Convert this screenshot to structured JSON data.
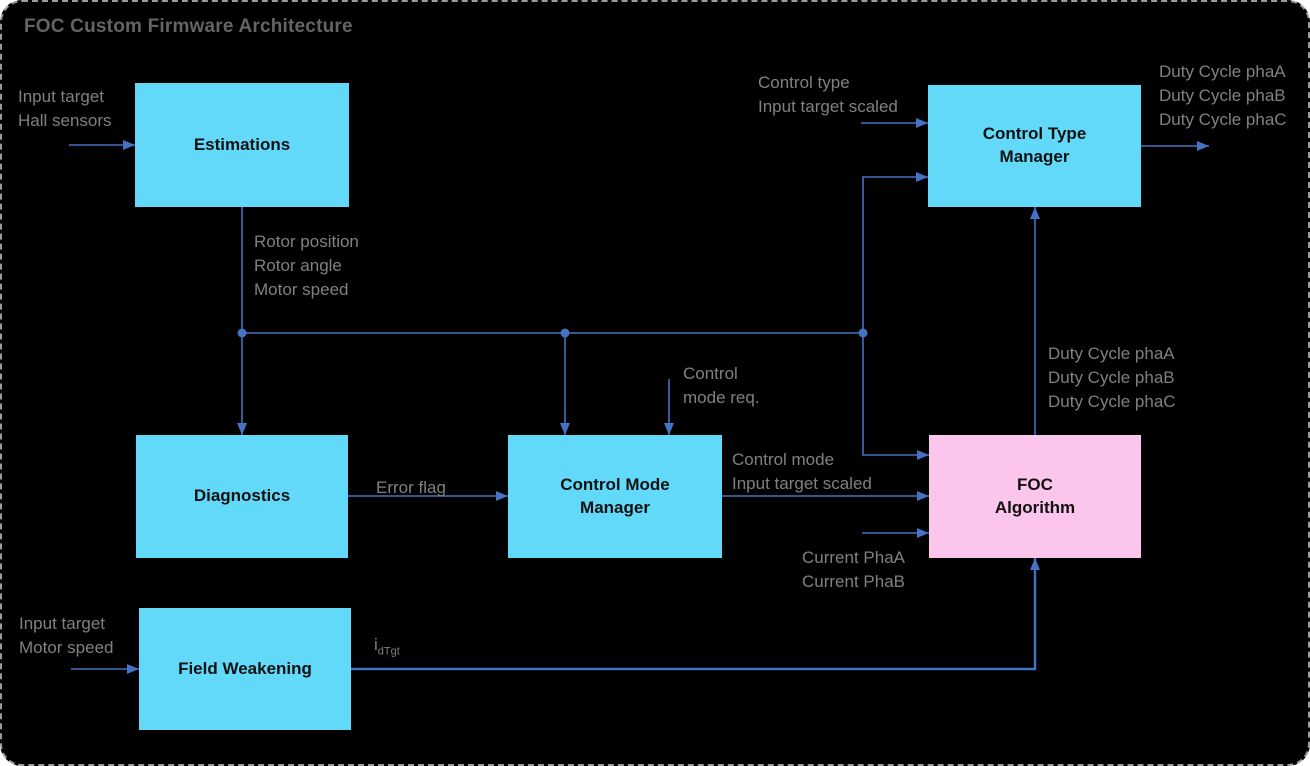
{
  "title": "FOC Custom Firmware Architecture",
  "colors": {
    "bg": "#000000",
    "edge": "#9b9b9b",
    "title": "#646464",
    "gray": "#808080",
    "line": "#4472C4",
    "cyan": "#63D9FA",
    "pink": "#FBC5EC"
  },
  "blocks": {
    "estimations": {
      "label": "Estimations"
    },
    "diagnostics": {
      "label": "Diagnostics"
    },
    "control_mode_manager": {
      "label": "Control Mode Manager"
    },
    "field_weakening": {
      "label": "Field Weakening"
    },
    "control_type_manager": {
      "label": "Control Type Manager"
    },
    "foc_algorithm": {
      "label": "FOC Algorithm"
    }
  },
  "edge_labels": {
    "estimations_inputs": {
      "line1": "Input target",
      "line2": "Hall sensors"
    },
    "estimations_outputs": {
      "line1": "Rotor position",
      "line2": "Rotor angle",
      "line3": "Motor speed"
    },
    "control_mode_request": {
      "line1": "Control",
      "line2": "mode req."
    },
    "error_flag": "Error flag",
    "control_mode_outputs": {
      "line1": "Control mode",
      "line2": "Input target scaled"
    },
    "current_inputs": {
      "line1": "Current PhaA",
      "line2": "Current PhaB"
    },
    "control_type_inputs": {
      "line1": "Control type",
      "line2": "Input target scaled"
    },
    "duty_cycle_outputs": {
      "line1": "Duty Cycle phaA",
      "line2": "Duty Cycle phaB",
      "line3": "Duty Cycle phaC"
    },
    "duty_cycle_internal": {
      "line1": "Duty Cycle phaA",
      "line2": "Duty Cycle phaB",
      "line3": "Duty Cycle phaC"
    },
    "field_weakening_inputs": {
      "line1": "Input target",
      "line2": "Motor speed"
    },
    "id_target": {
      "base": "i",
      "sub": "dTgt"
    }
  }
}
